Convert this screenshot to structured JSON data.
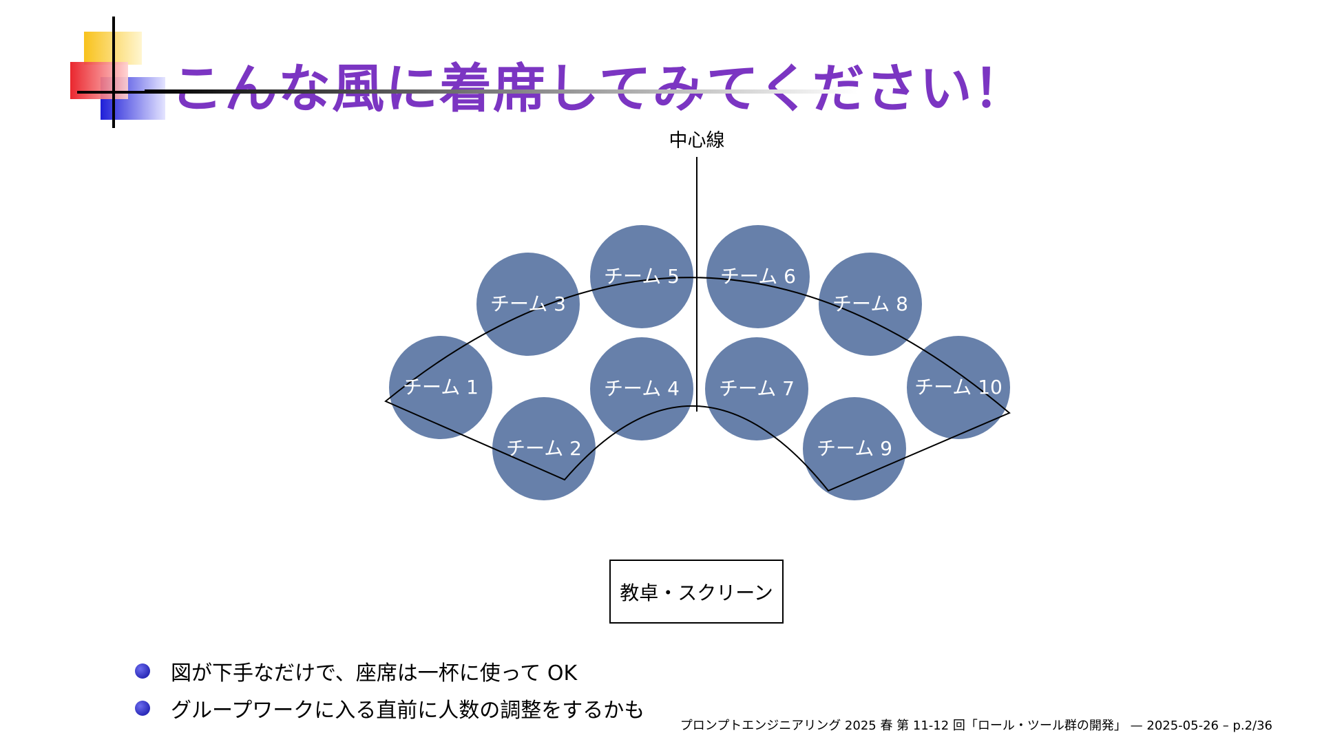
{
  "slide": {
    "title": "こんな風に着席してみてください！"
  },
  "diagram": {
    "centerline_label": "中心線",
    "teams": [
      {
        "label": "チーム 1"
      },
      {
        "label": "チーム 2"
      },
      {
        "label": "チーム 3"
      },
      {
        "label": "チーム 4"
      },
      {
        "label": "チーム 5"
      },
      {
        "label": "チーム 6"
      },
      {
        "label": "チーム 7"
      },
      {
        "label": "チーム 8"
      },
      {
        "label": "チーム 9"
      },
      {
        "label": "チーム 10"
      }
    ],
    "screen_label": "教卓・スクリーン",
    "circle_color": "#6780aa"
  },
  "bullets": [
    {
      "text": "図が下手なだけで、座席は一杯に使って OK"
    },
    {
      "text": "グループワークに入る直前に人数の調整をするかも"
    }
  ],
  "footer": {
    "text": "プロンプトエンジニアリング 2025 春 第 11-12 回「ロール・ツール群の開発」 — 2025-05-26 – p.2/36"
  },
  "colors": {
    "title": "#7b35c2",
    "bullet": "#3333cc"
  }
}
